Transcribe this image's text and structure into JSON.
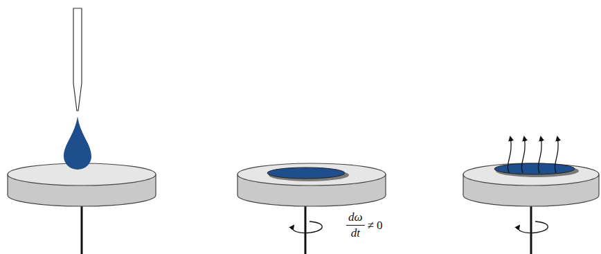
{
  "diagram": {
    "labels": [
      "dω",
      "dt",
      "≠ 0"
    ]
  }
}
